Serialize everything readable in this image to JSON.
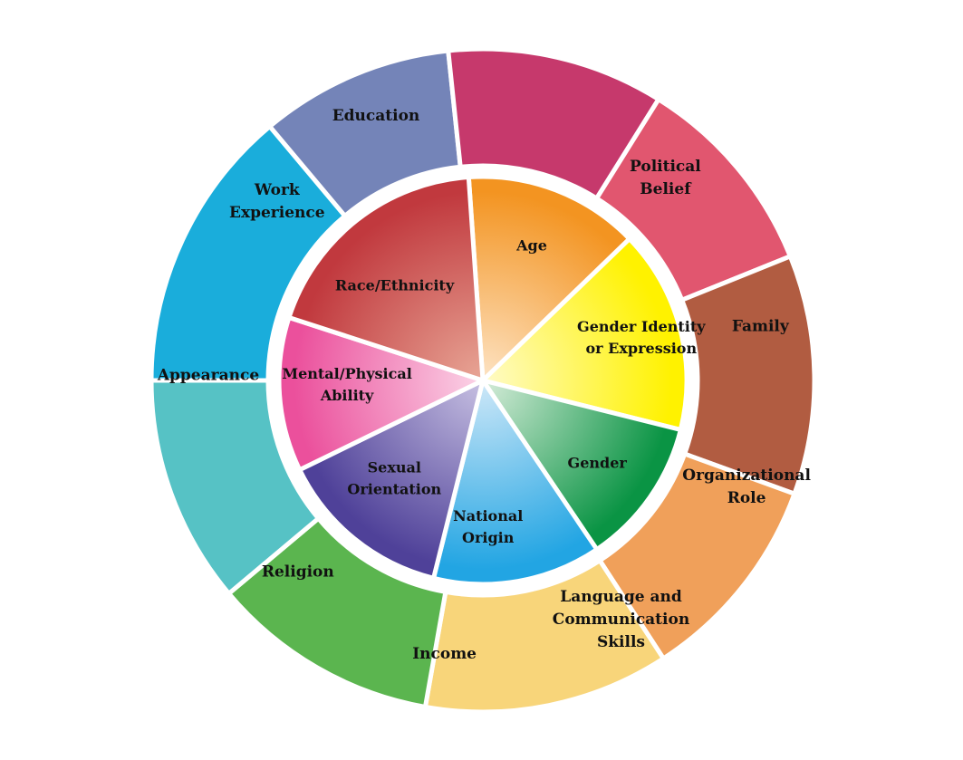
{
  "diagram": {
    "outer_ring": [
      {
        "label_lines": [
          "Education"
        ],
        "color": "#7484b8"
      },
      {
        "label_lines": [
          "Political",
          "Belief"
        ],
        "color": "#c6396c"
      },
      {
        "label_lines": [
          "Family"
        ],
        "color": "#e1566f"
      },
      {
        "label_lines": [
          "Organizational",
          "Role"
        ],
        "color": "#b15c41"
      },
      {
        "label_lines": [
          "Language and",
          "Communication",
          "Skills"
        ],
        "color": "#f0a05a"
      },
      {
        "label_lines": [
          "Income"
        ],
        "color": "#f8d57a"
      },
      {
        "label_lines": [
          "Religion"
        ],
        "color": "#5bb54f"
      },
      {
        "label_lines": [
          "Appearance"
        ],
        "color": "#56c2c5"
      },
      {
        "label_lines": [
          "Work",
          "Experience"
        ],
        "color": "#1aaddb"
      }
    ],
    "inner_ring": [
      {
        "label_lines": [
          "Age"
        ],
        "color_center": "#fde3c4",
        "color_edge": "#f39421"
      },
      {
        "label_lines": [
          "Gender Identity",
          "or Expression"
        ],
        "color_center": "#fffbc8",
        "color_edge": "#fff200"
      },
      {
        "label_lines": [
          "Gender"
        ],
        "color_center": "#d6ecd9",
        "color_edge": "#0a9444"
      },
      {
        "label_lines": [
          "National",
          "Origin"
        ],
        "color_center": "#cfe8f8",
        "color_edge": "#22a5e3"
      },
      {
        "label_lines": [
          "Sexual",
          "Orientation"
        ],
        "color_center": "#c7c0e2",
        "color_edge": "#4f4199"
      },
      {
        "label_lines": [
          "Mental/Physical",
          "Ability"
        ],
        "color_center": "#fbd4e7",
        "color_edge": "#eb509c"
      },
      {
        "label_lines": [
          "Race/Ethnicity"
        ],
        "color_center": "#e8a696",
        "color_edge": "#c1393e"
      }
    ]
  }
}
